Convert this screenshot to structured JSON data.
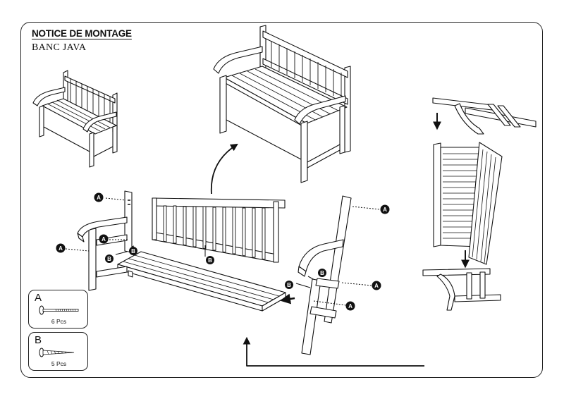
{
  "header": {
    "title": "NOTICE DE MONTAGE",
    "subtitle": "BANC JAVA"
  },
  "parts": [
    {
      "letter": "A",
      "qty": "6 Pcs",
      "icon": "bolt-icon"
    },
    {
      "letter": "B",
      "qty": "5 Pcs",
      "icon": "wood-screw-icon"
    }
  ],
  "callouts": {
    "a": "A",
    "b": "B"
  },
  "colors": {
    "ink": "#111111",
    "paper": "#ffffff"
  }
}
